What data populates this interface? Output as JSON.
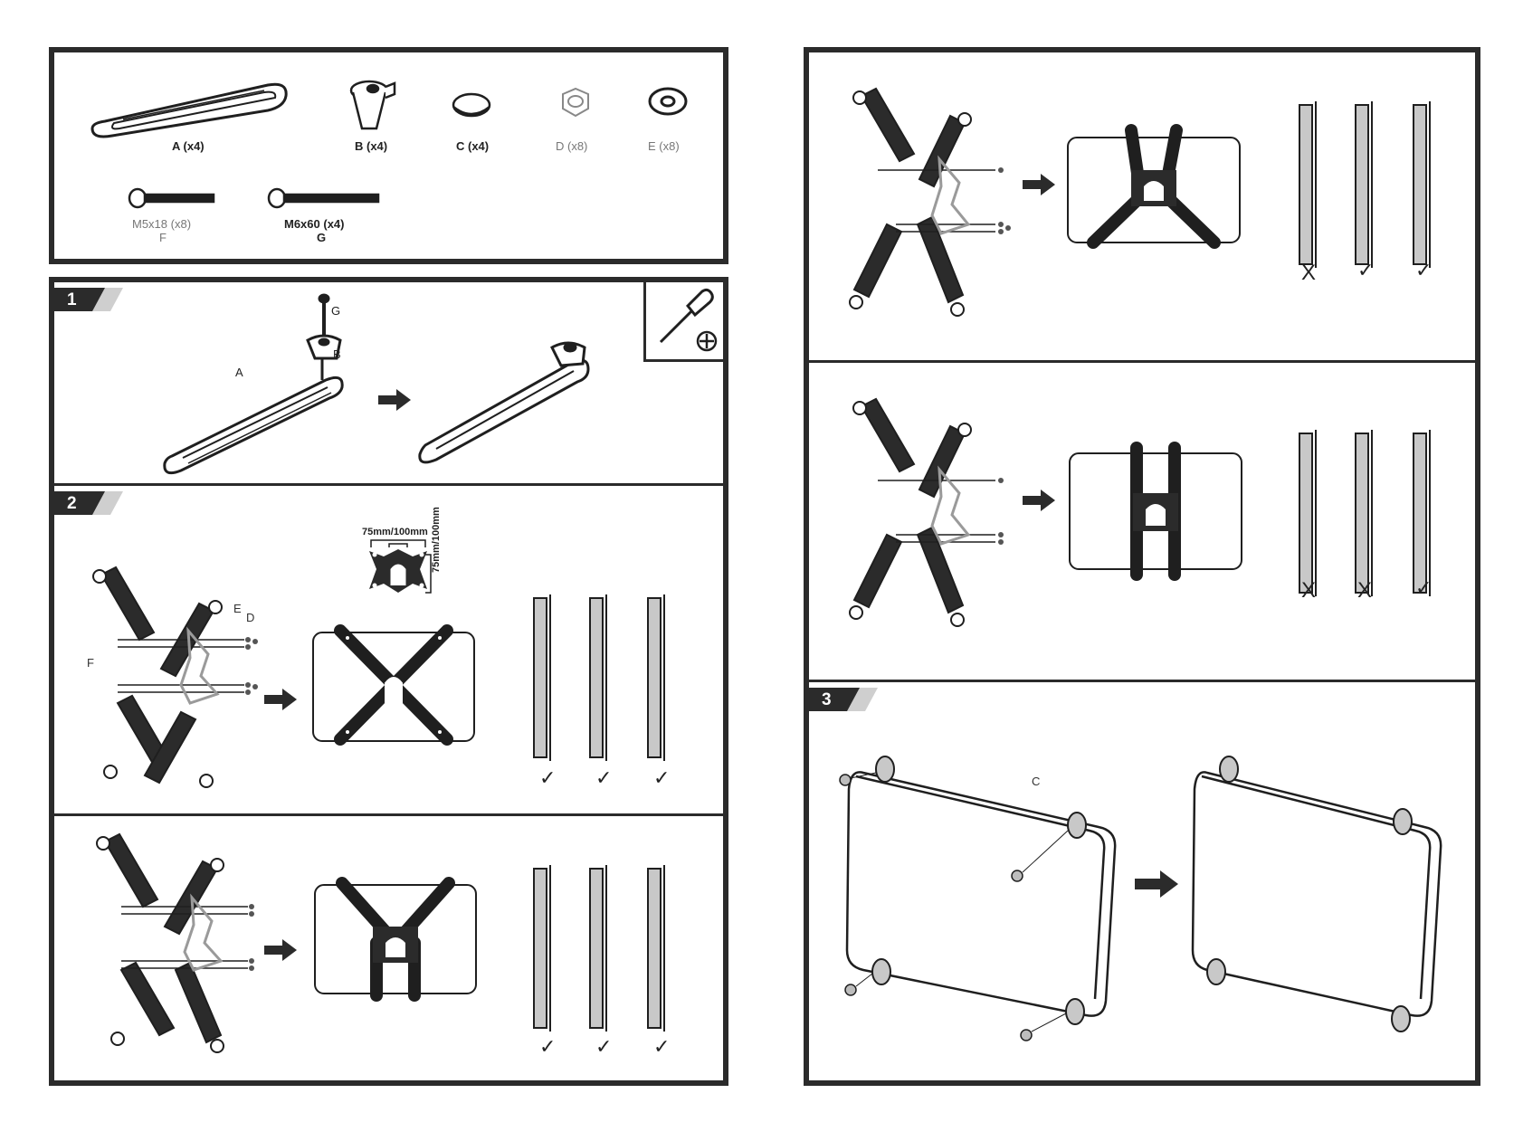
{
  "parts": {
    "A": "A (x4)",
    "B": "B (x4)",
    "C": "C (x4)",
    "D": "D (x8)",
    "E": "E (x8)",
    "F_size": "M5x18 (x8)",
    "F_letter": "F",
    "G_size": "M6x60 (x4)",
    "G_letter": "G"
  },
  "step1": {
    "number": "1",
    "label_G": "G",
    "label_B": "B",
    "label_A": "A",
    "tool_icon": "screwdriver-icon",
    "phillips_icon": "phillips-head-icon"
  },
  "step2": {
    "number": "2",
    "label_E": "E",
    "label_D": "D",
    "label_F": "F",
    "vesa_h": "75mm/100mm",
    "vesa_v": "75mm/100mm"
  },
  "step3": {
    "number": "3",
    "label_C": "C"
  },
  "marks": {
    "check": "✓",
    "cross": "X"
  },
  "colors": {
    "frame": "#2b2b2b",
    "line": "#1f1f1f",
    "gray": "#9a9a9a",
    "fill_gray": "#c8c8c8"
  }
}
